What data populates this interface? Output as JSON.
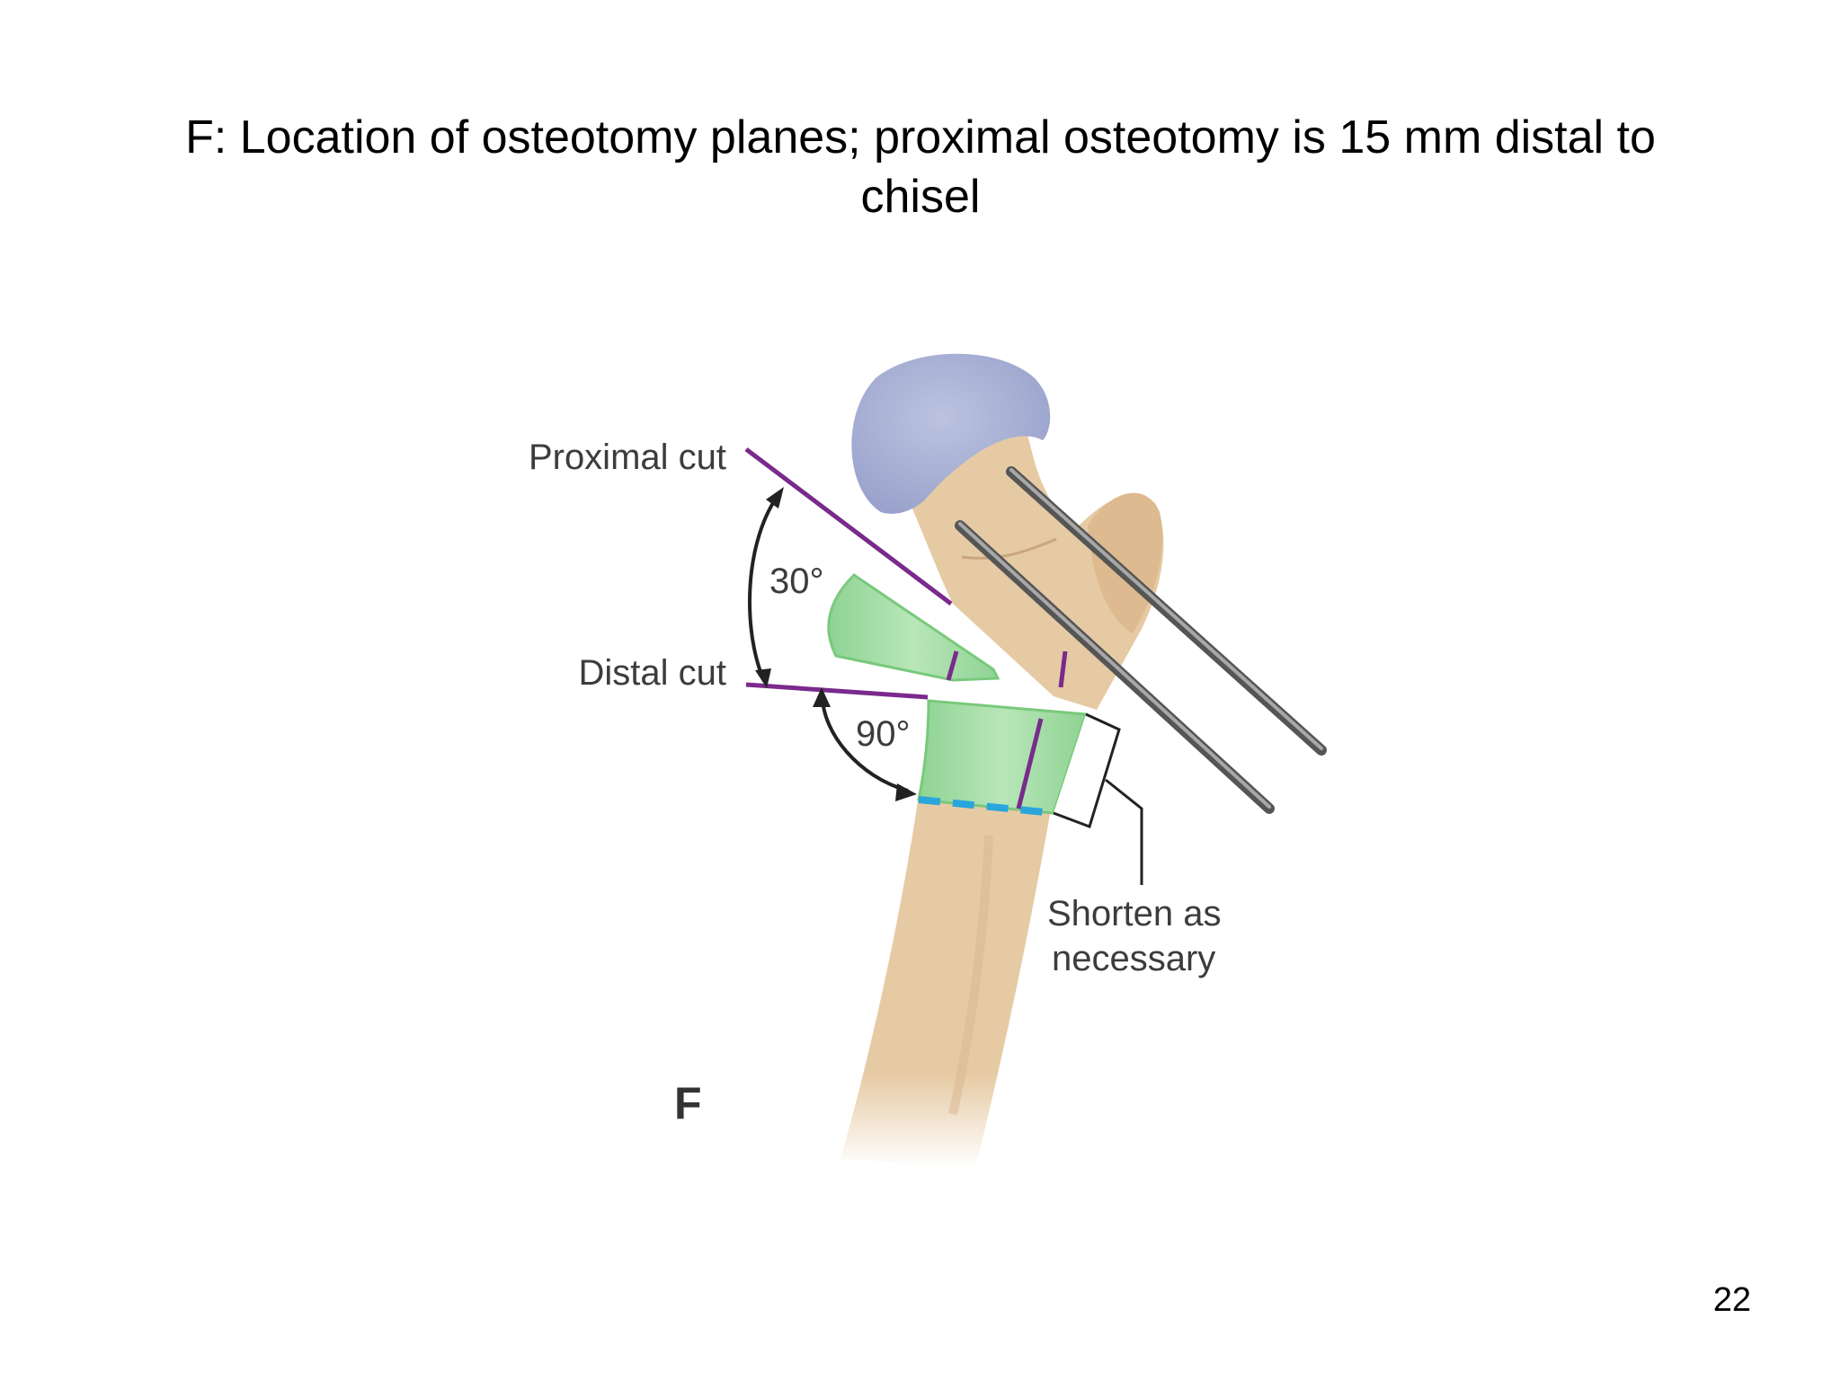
{
  "slide": {
    "title_line1": "F: Location of osteotomy planes; proximal osteotomy is 15 mm distal to",
    "title_line2": "chisel",
    "page_number": "22"
  },
  "figure": {
    "panel_letter": "F",
    "labels": {
      "proximal_cut": "Proximal cut",
      "distal_cut": "Distal cut",
      "angle_30": "30°",
      "angle_90": "90°",
      "shorten_line1": "Shorten as",
      "shorten_line2": "necessary"
    },
    "colors": {
      "bone": "#e6caa4",
      "bone_shadow": "#d5b287",
      "femoral_head": "#a8b0d3",
      "wedge_green": "#9fdaa3",
      "cut_line_purple": "#7a2a8c",
      "dashed_cut_blue": "#2aa6dc",
      "pin_gray": "#777777",
      "annotation_line": "#222222"
    }
  }
}
